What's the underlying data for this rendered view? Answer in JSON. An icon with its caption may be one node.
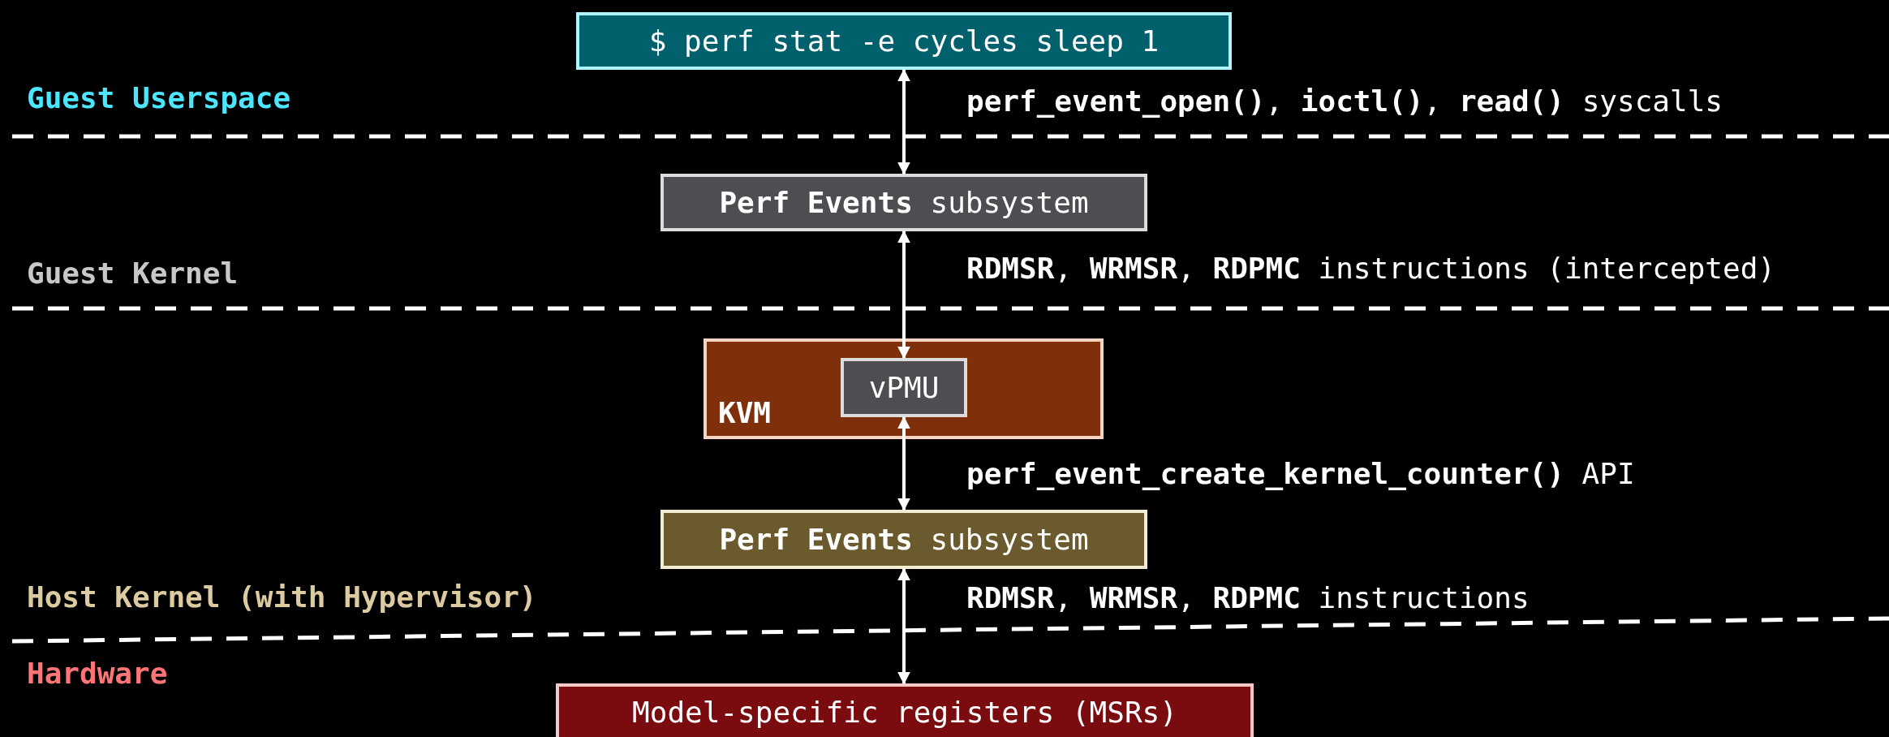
{
  "diagram": {
    "nodes": [
      {
        "text": [
          "$ perf stat -e cycles sleep 1"
        ]
      },
      {
        "text": [
          "**Perf Events** subsystem"
        ]
      },
      {
        "text": [
          "KVM"
        ]
      },
      {
        "text": [
          "vPMU"
        ],
        "in": 2
      },
      {
        "text": [
          "**Perf Events** subsystem"
        ]
      },
      {
        "text": [
          "Model-specific registers (MSRs)"
        ]
      }
    ],
    "edges": [
      {
        "from": 0,
        "to": 1,
        "arrow": "both",
        "label": "**perf_event_open()**, **ioctl()**, **read()** syscalls"
      },
      {
        "from": 1,
        "to": 3,
        "arrow": "both",
        "label": "**RDMSR**, **WRMSR**, **RDPMC** instructions (intercepted)"
      },
      {
        "from": 3,
        "to": 4,
        "arrow": "both",
        "label": "**perf_event_create_kernel_counter()** API"
      },
      {
        "from": 4,
        "to": 5,
        "arrow": "both",
        "label": "**RDMSR**, **WRMSR**, **RDPMC** instructions"
      }
    ],
    "labels": [
      "Guest Userspace",
      "Guest Kernel",
      "Host Kernel (with Hypervisor)",
      "Hardware"
    ]
  }
}
